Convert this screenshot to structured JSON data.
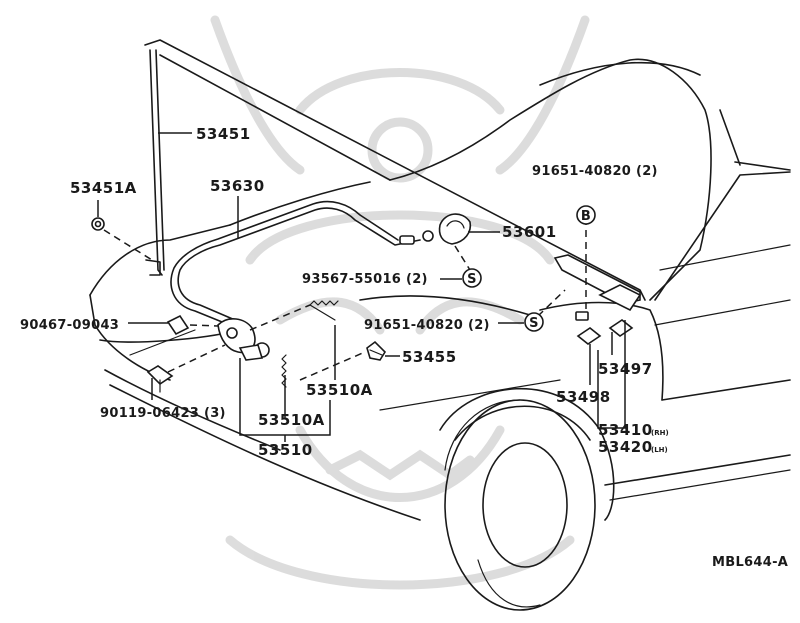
{
  "diagram": {
    "reference_code": "MBL644-A",
    "callouts": {
      "support_rod": "53451",
      "support_rod_holder": "53451A",
      "release_cable": "53630",
      "lock_assy": "53601",
      "bolt_lower_right": "91651-40820 (2)",
      "bolt_upper_right": "91651-40820 (2)",
      "screw_lock": "93567-55016 (2)",
      "clip_left": "90467-09043",
      "screw_left": "90119-06423 (3)",
      "hinge_lock_catch": "53455",
      "spring_upper": "53510A",
      "spring_lower": "53510A",
      "hook_assy": "53510",
      "hinge_rh": "53410",
      "hinge_rh_suffix": "(RH)",
      "hinge_lh": "53420",
      "hinge_lh_suffix": "(LH)",
      "stopper_front": "53497",
      "stopper_rear": "53498"
    },
    "symbols": {
      "bolt_symbol": "B",
      "screw_symbol_lock": "S",
      "screw_symbol_hinge": "S"
    }
  }
}
